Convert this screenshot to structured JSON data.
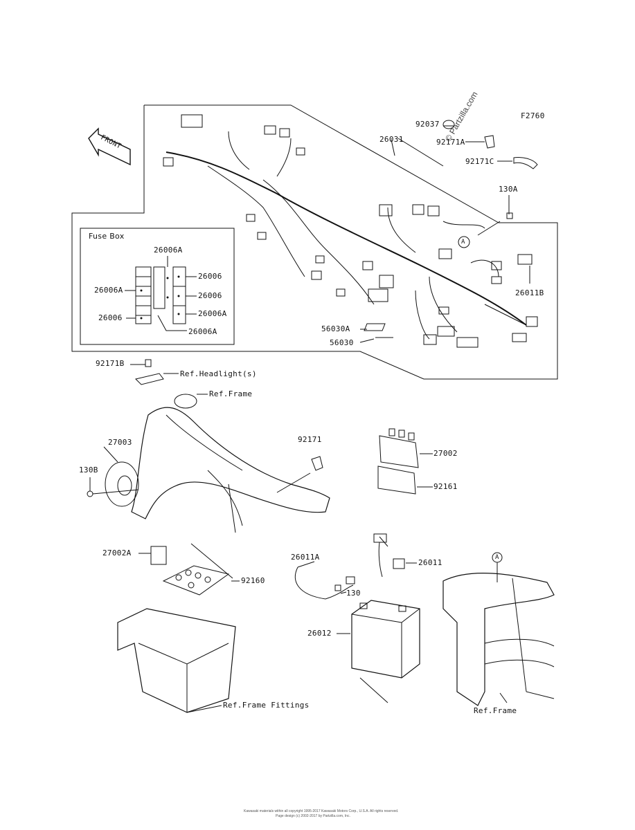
{
  "figure_code": "F2760",
  "front_label": "FRONT",
  "fuse_box_title": "Fuse Box",
  "watermark_text": "© Partzilla.com",
  "footer_line1": "Kawasaki materials within all copyright 1995-2017 Kawasaki Motors Corp., U.S.A. All rights reserved.",
  "footer_line2": "Page design (c) 2002-2017 by Partzilla.com, Inc.",
  "callout_marker": "A",
  "parts": {
    "p26031": "26031",
    "p92037": "92037",
    "p92171A": "92171A",
    "p92171C": "92171C",
    "p130A": "130A",
    "p26011B": "26011B",
    "p56030A": "56030A",
    "p56030": "56030",
    "p26006A_top": "26006A",
    "p26006A_left": "26006A",
    "p26006_left": "26006",
    "p26006_r1": "26006",
    "p26006_r2": "26006",
    "p26006A_r3": "26006A",
    "p26006A_bot": "26006A",
    "p92171B": "92171B",
    "ref_headlight": "Ref.Headlight(s)",
    "ref_frame_top": "Ref.Frame",
    "p27003": "27003",
    "p130B": "130B",
    "p92171": "92171",
    "p27002": "27002",
    "p92161": "92161",
    "p27002A": "27002A",
    "p92160": "92160",
    "p26011A": "26011A",
    "p130": "130",
    "p26011": "26011",
    "p26012": "26012",
    "ref_frame_fittings": "Ref.Frame Fittings",
    "ref_frame_bottom": "Ref.Frame"
  }
}
